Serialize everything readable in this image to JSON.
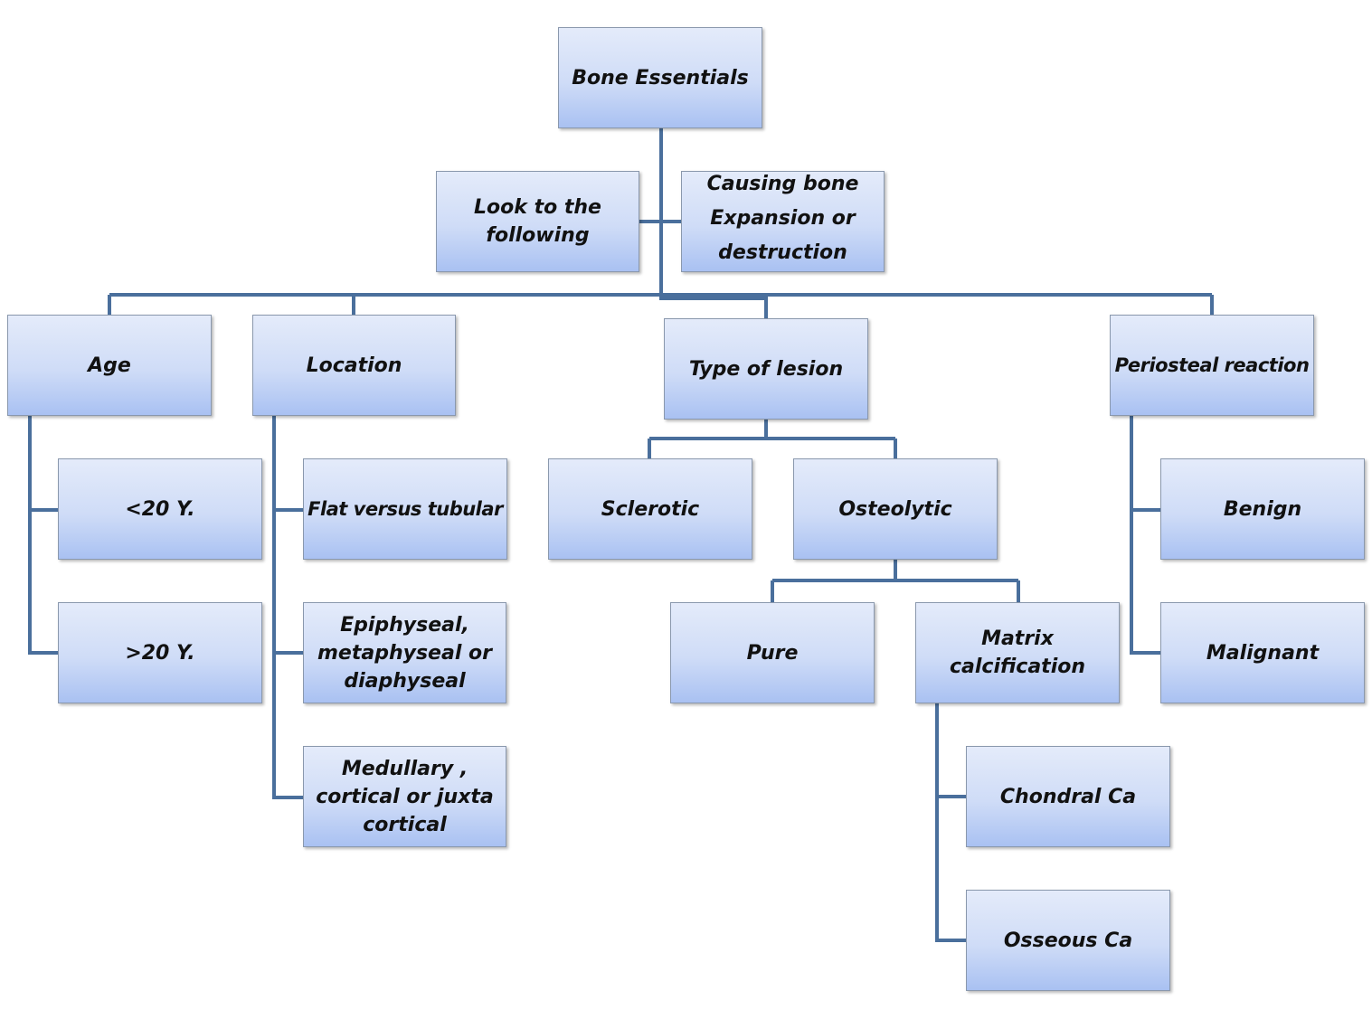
{
  "diagram": {
    "root": "Bone Essentials",
    "notes": {
      "left": "Look to the\nfollowing",
      "right": "Causing bone\nExpansion or\ndestruction"
    },
    "age": {
      "label": "Age",
      "items": [
        "<20 Y.",
        ">20 Y."
      ]
    },
    "location": {
      "label": "Location",
      "items": [
        "Flat versus tubular",
        "Epiphyseal,\nmetaphyseal or\ndiaphyseal",
        "Medullary ,\ncortical or juxta\ncortical"
      ]
    },
    "lesion": {
      "label": "Type of lesion",
      "sclerotic": "Sclerotic",
      "osteolytic": {
        "label": "Osteolytic",
        "pure": "Pure",
        "matrix": {
          "label": "Matrix\ncalcification",
          "items": [
            "Chondral Ca",
            "Osseous Ca"
          ]
        }
      }
    },
    "periosteal": {
      "label": "Periosteal reaction",
      "items": [
        "Benign",
        "Malignant"
      ]
    }
  }
}
